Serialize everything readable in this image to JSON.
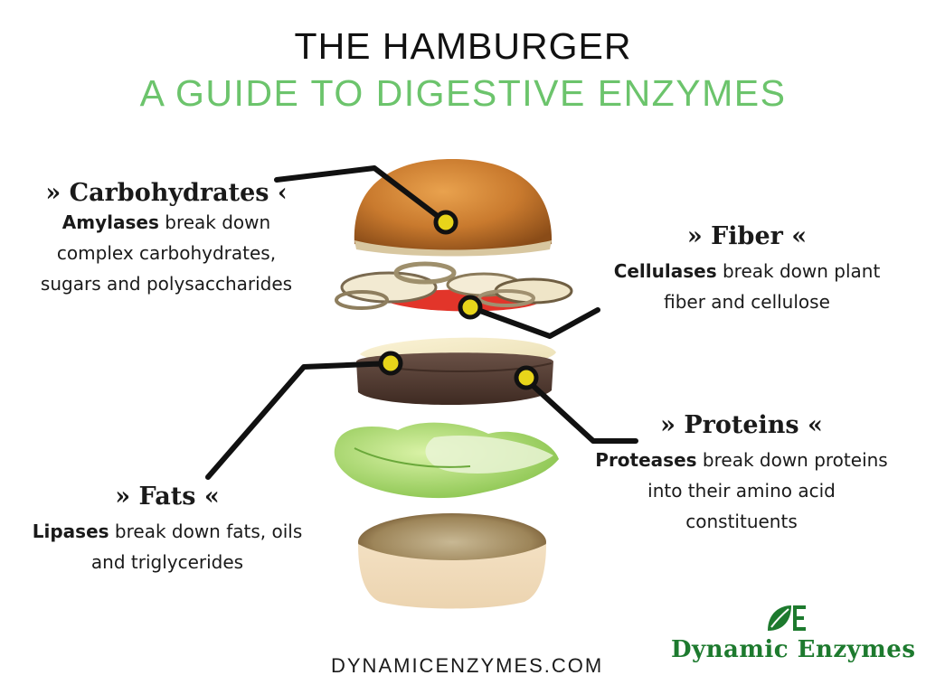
{
  "header": {
    "title": "THE HAMBURGER",
    "subtitle": "A GUIDE TO DIGESTIVE ENZYMES"
  },
  "labels": {
    "carbohydrates": {
      "heading": "» Carbohydrates ‹",
      "enzyme": "Amylases",
      "line1_rest": " break down",
      "line2": "complex carbohydrates,",
      "line3": "sugars and polysaccharides"
    },
    "fiber": {
      "heading": "» Fiber «",
      "enzyme": "Cellulases",
      "line1_rest": " break down plant",
      "line2": "fiber and cellulose"
    },
    "proteins": {
      "heading": "» Proteins «",
      "enzyme": "Proteases",
      "line1_rest": " break down proteins",
      "line2": "into their amino acid",
      "line3": "constituents"
    },
    "fats": {
      "heading": "» Fats «",
      "enzyme": "Lipases",
      "line1_rest": " break down fats, oils",
      "line2": "and triglycerides"
    }
  },
  "footer": {
    "url": "DYNAMICENZYMES.COM",
    "brand_logo_letters": "DE",
    "brand_name": "Dynamic Enzymes"
  },
  "colors": {
    "title": "#111111",
    "subtitle": "#6cc46c",
    "marker": "#e8d51a",
    "connector": "#111111",
    "brand": "#1d7a2e"
  },
  "icons": {
    "logo": "leaf-de-logo-icon"
  }
}
